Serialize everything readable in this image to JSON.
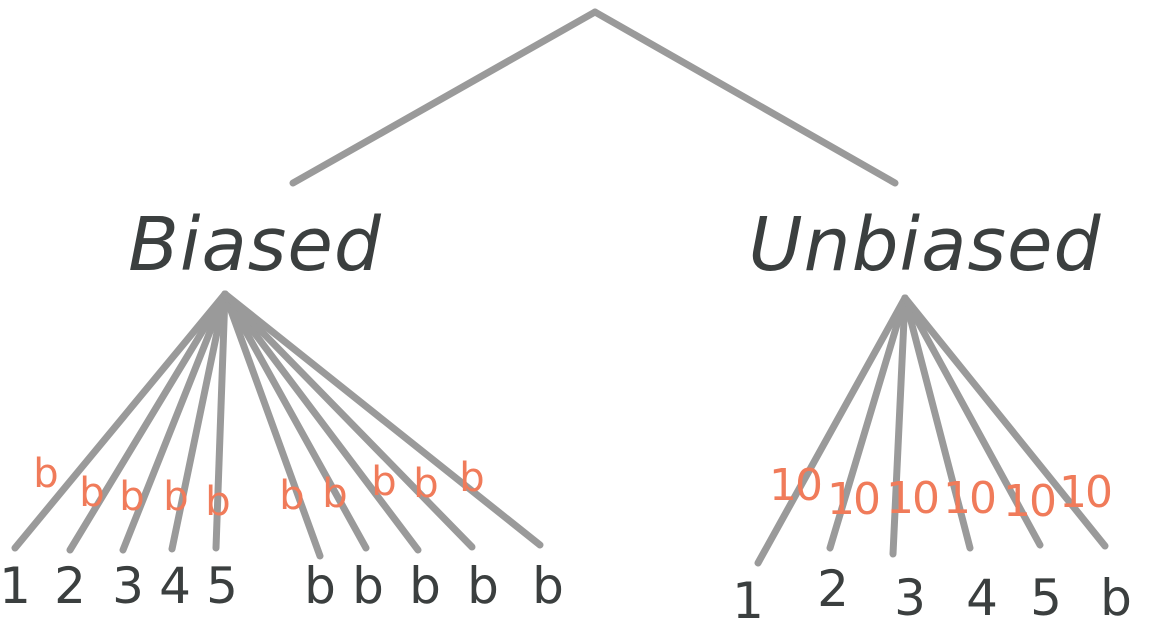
{
  "root": {
    "children": [
      "Biased",
      "Unbiased"
    ]
  },
  "biased": {
    "label": "Biased",
    "outcomes": [
      "1",
      "2",
      "3",
      "4",
      "5",
      "b",
      "b",
      "b",
      "b",
      "b"
    ],
    "counts": [
      "b",
      "b",
      "b",
      "b",
      "b",
      "b",
      "b",
      "b",
      "b",
      "b"
    ]
  },
  "unbiased": {
    "label": "Unbiased",
    "outcomes": [
      "1",
      "2",
      "3",
      "4",
      "5",
      "b"
    ],
    "counts": [
      "10",
      "10",
      "10",
      "10",
      "10",
      "10"
    ]
  },
  "colors": {
    "edge": "#9a9a9a",
    "label": "#3b3f3f",
    "count": "#f07b5a"
  }
}
